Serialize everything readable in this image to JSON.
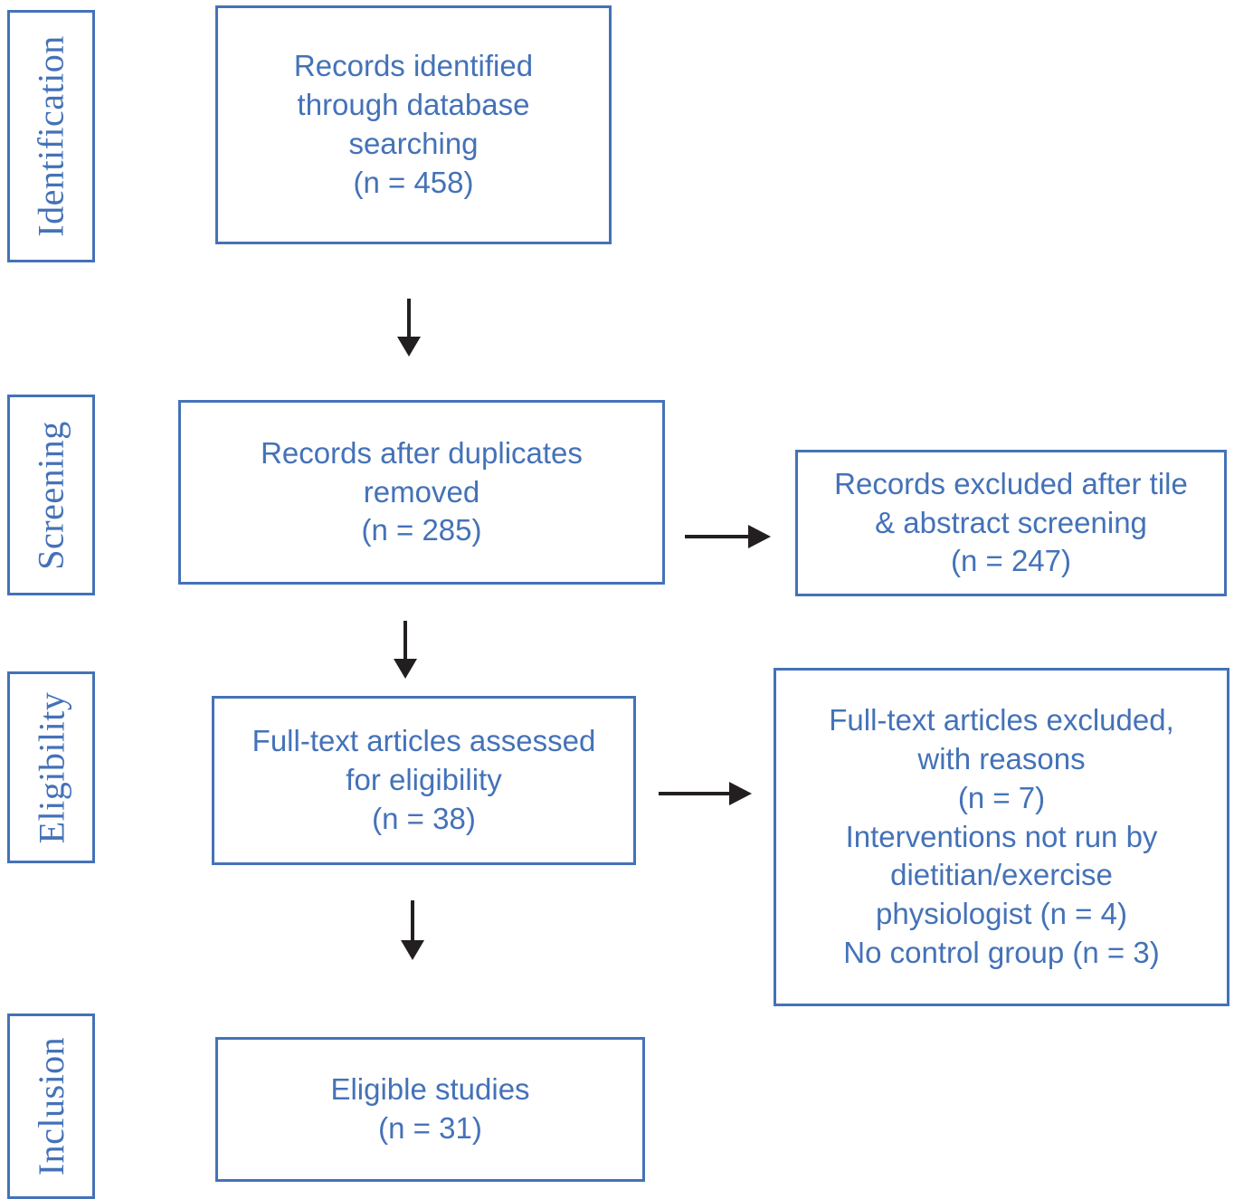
{
  "diagram": {
    "type": "prisma-flow-diagram",
    "accent_color": "#4472b8",
    "text_color": "#4472b8",
    "arrow_color": "#231f20",
    "background": "#ffffff",
    "stages": [
      {
        "id": "identification",
        "label": "Identification"
      },
      {
        "id": "screening",
        "label": "Screening"
      },
      {
        "id": "eligibility",
        "label": "Eligibility"
      },
      {
        "id": "inclusion",
        "label": "Inclusion"
      }
    ],
    "boxes": [
      {
        "id": "records-identified",
        "stage": "identification",
        "text": "Records identified\nthrough database\nsearching\n(n = 458)",
        "count": 458
      },
      {
        "id": "records-after-duplicates",
        "stage": "screening",
        "text": "Records after duplicates\nremoved\n(n = 285)",
        "count": 285
      },
      {
        "id": "records-excluded",
        "stage": "screening",
        "text": "Records excluded after tile\n& abstract screening\n(n = 247)",
        "count": 247
      },
      {
        "id": "fulltext-assessed",
        "stage": "eligibility",
        "text": "Full-text articles assessed\nfor eligibility\n(n = 38)",
        "count": 38
      },
      {
        "id": "fulltext-excluded",
        "stage": "eligibility",
        "text": "Full-text articles excluded,\nwith reasons\n(n = 7)\nInterventions not run by\ndietitian/exercise\nphysiologist (n = 4)\nNo control group (n = 3)",
        "count": 7,
        "reasons": [
          {
            "label": "Interventions not run by dietitian/exercise physiologist",
            "count": 4
          },
          {
            "label": "No control group",
            "count": 3
          }
        ]
      },
      {
        "id": "eligible-studies",
        "stage": "inclusion",
        "text": "Eligible studies\n(n = 31)",
        "count": 31
      }
    ],
    "arrows": [
      {
        "id": "arrow-identified-to-duplicates",
        "direction": "down",
        "from": "records-identified",
        "to": "records-after-duplicates"
      },
      {
        "id": "arrow-duplicates-to-excluded",
        "direction": "right",
        "from": "records-after-duplicates",
        "to": "records-excluded"
      },
      {
        "id": "arrow-duplicates-to-fulltext",
        "direction": "down",
        "from": "records-after-duplicates",
        "to": "fulltext-assessed"
      },
      {
        "id": "arrow-fulltext-to-excluded",
        "direction": "right",
        "from": "fulltext-assessed",
        "to": "fulltext-excluded"
      },
      {
        "id": "arrow-fulltext-to-eligible",
        "direction": "down",
        "from": "fulltext-assessed",
        "to": "eligible-studies"
      }
    ]
  }
}
